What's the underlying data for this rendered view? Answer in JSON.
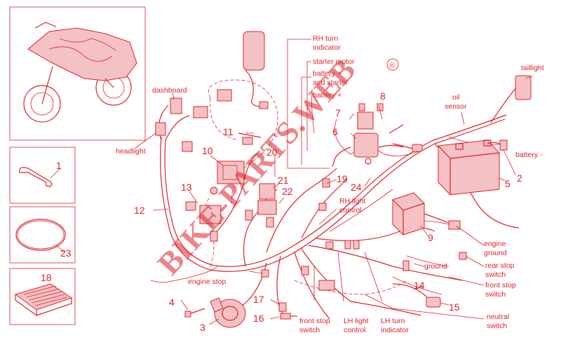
{
  "theme": {
    "accent": "#e0202a",
    "background": "#ffffff"
  },
  "labels": {
    "rh_turn_indicator": [
      "RH turn",
      "indicator"
    ],
    "starter_motor": "starter motor",
    "battery_plus_starter": [
      "battery +",
      "and starter"
    ],
    "battery_plus": "battery +",
    "taillight": "taillight",
    "oil_sensor": [
      "oil",
      "sensor"
    ],
    "battery_minus": "battery -",
    "dashboard": "dashboard",
    "headlight": "headlight",
    "rh_light_control": [
      "RH light",
      "control"
    ],
    "engine_ground": [
      "engine",
      "ground"
    ],
    "ground": "ground",
    "rear_stop_switch": [
      "rear stop",
      "switch"
    ],
    "front_stop_switch_right": [
      "front stop",
      "switch"
    ],
    "neutral_switch": [
      "neutral",
      "switch"
    ],
    "engine_stop": "engine stop",
    "front_stop_switch_bottom": [
      "front stop",
      "switch"
    ],
    "lh_light_control": [
      "LH light",
      "control"
    ],
    "lh_turn_indicator": [
      "LH turn",
      "indicator"
    ]
  },
  "part_numbers": [
    "1",
    "2",
    "3",
    "4",
    "5",
    "6",
    "7",
    "8",
    "9",
    "10",
    "11",
    "12",
    "13",
    "14",
    "15",
    "16",
    "17",
    "18",
    "19",
    "20",
    "21",
    "22",
    "23",
    "24"
  ],
  "watermark": "BIKE-PARTS.WEB",
  "watermark_mark": "®"
}
